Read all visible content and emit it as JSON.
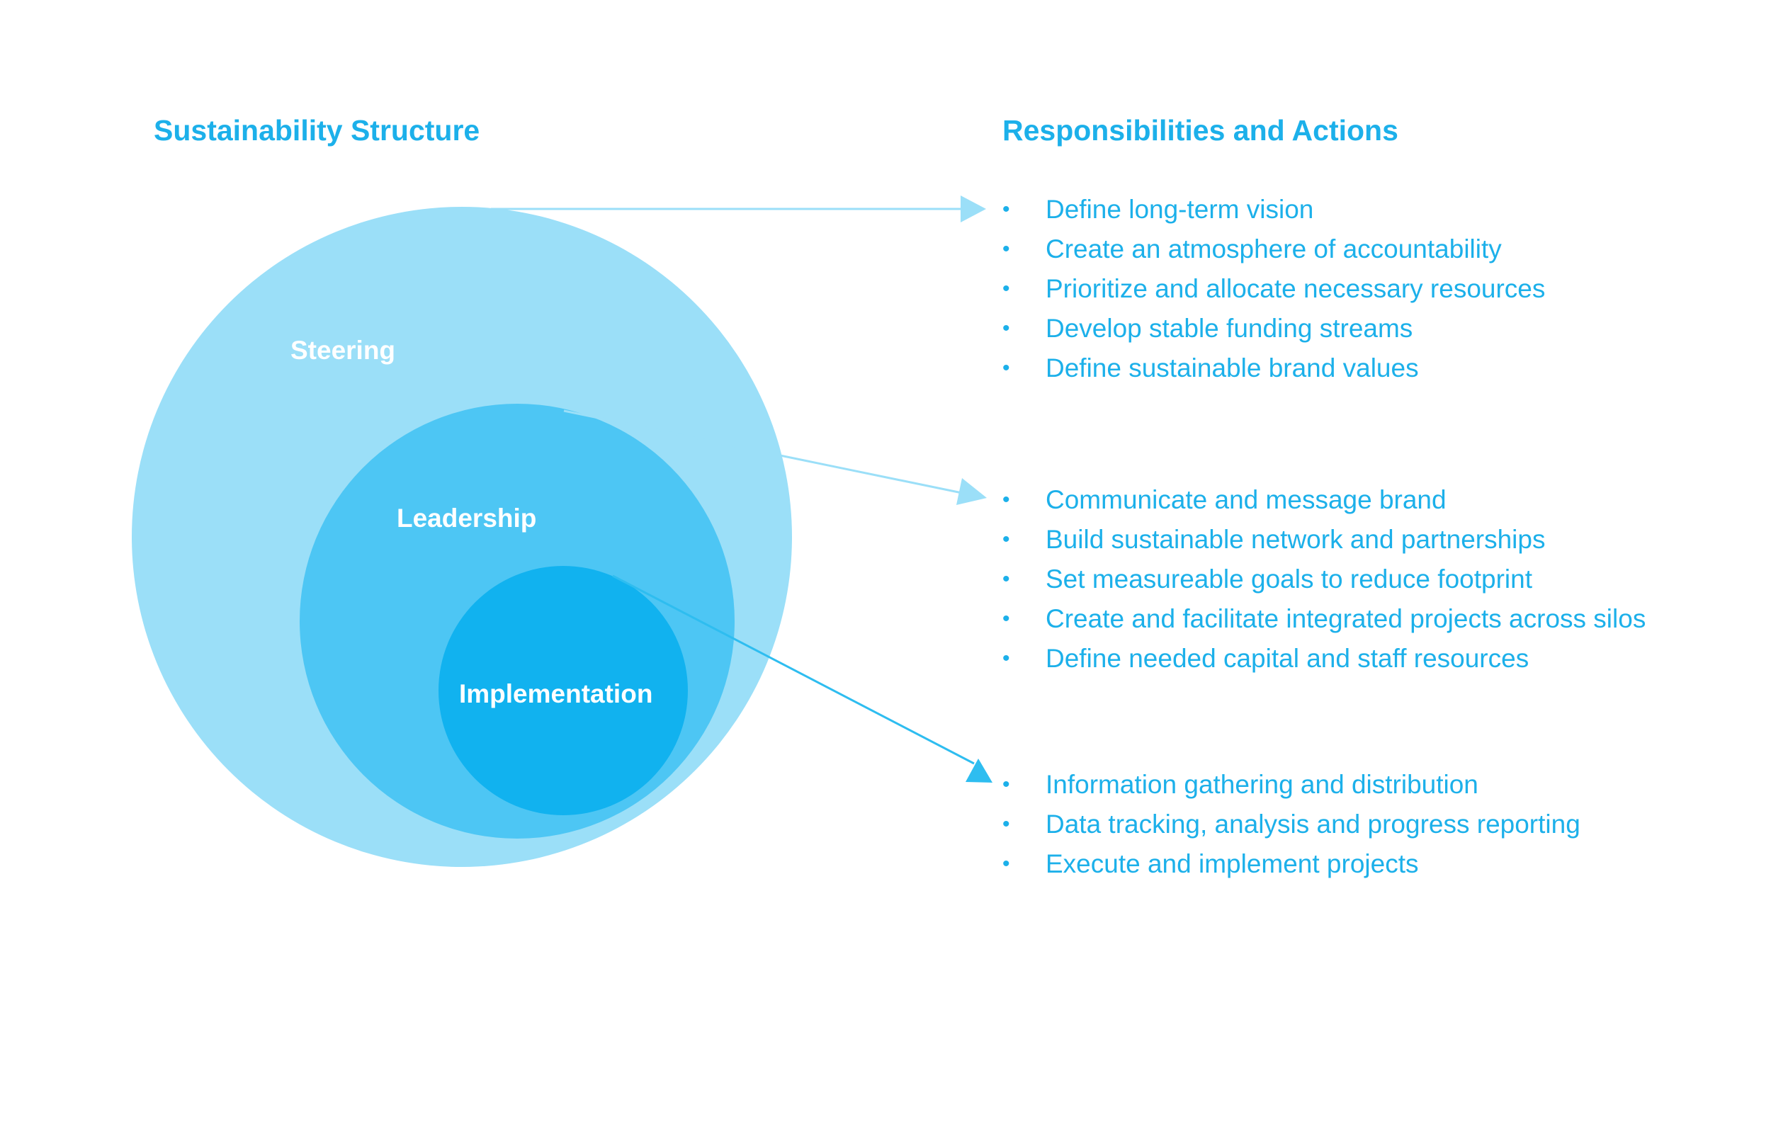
{
  "headings": {
    "structure": "Sustainability Structure",
    "responsibilities": "Responsibilities and Actions"
  },
  "colors": {
    "accent": "#1cb0ea",
    "steering_circle": "#9bdff8",
    "leadership_circle": "#4dc6f4",
    "implementation_circle": "#11b2ef",
    "arrow_light": "#9bdff8",
    "arrow_dark": "#2ebdf0"
  },
  "levels": [
    {
      "id": "steering",
      "label": "Steering",
      "items": [
        "Define long-term vision",
        "Create an atmosphere of accountability",
        "Prioritize and allocate necessary resources",
        "Develop stable funding streams",
        "Define sustainable brand values"
      ]
    },
    {
      "id": "leadership",
      "label": "Leadership",
      "items": [
        "Communicate and message brand",
        "Build sustainable network and partnerships",
        "Set measureable goals to reduce footprint",
        "Create and facilitate integrated projects across silos",
        "Define needed capital and staff resources"
      ]
    },
    {
      "id": "implementation",
      "label": "Implementation",
      "items": [
        "Information gathering and distribution",
        "Data tracking, analysis and progress reporting",
        "Execute and implement projects"
      ]
    }
  ]
}
